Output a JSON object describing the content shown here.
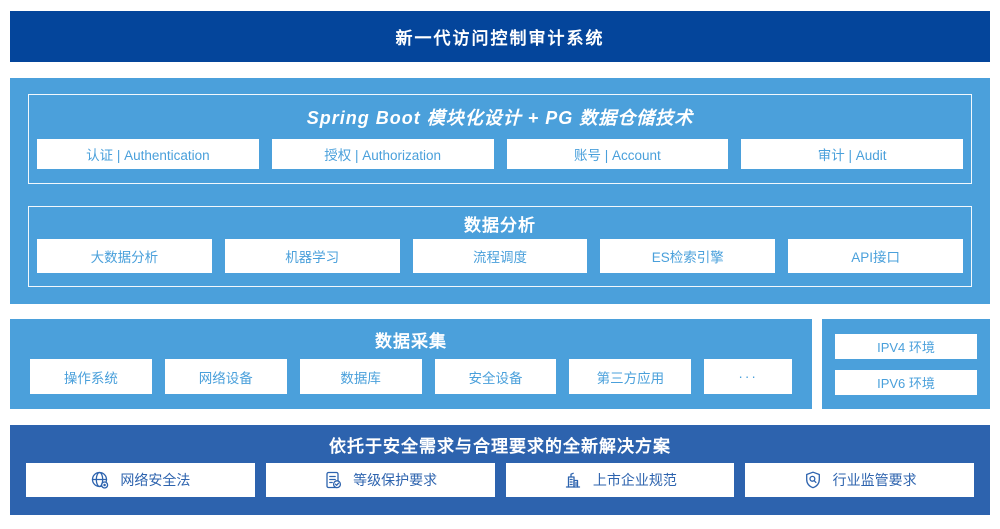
{
  "colors": {
    "navy": "#04459B",
    "sky": "#4BA0DB",
    "solution_blue": "#2D63AE",
    "box_text": "#4AA0DB"
  },
  "banner": {
    "title": "新一代访问控制审计系统"
  },
  "platform": {
    "title": "Spring Boot 模块化设计 + PG 数据仓储技术",
    "modules": [
      "认证 | Authentication",
      "授权 | Authorization",
      "账号 | Account",
      "审计 | Audit"
    ]
  },
  "analysis": {
    "title": "数据分析",
    "modules": [
      "大数据分析",
      "机器学习",
      "流程调度",
      "ES检索引擎",
      "API接口"
    ]
  },
  "collection": {
    "title": "数据采集",
    "modules": [
      "操作系统",
      "网络设备",
      "数据库",
      "安全设备",
      "第三方应用",
      "···"
    ]
  },
  "network": {
    "items": [
      "IPV4 环境",
      "IPV6 环境"
    ]
  },
  "solution": {
    "title": "依托于安全需求与合理要求的全新解决方案",
    "items": [
      {
        "icon": "globe-icon",
        "label": "网络安全法"
      },
      {
        "icon": "document-check-icon",
        "label": "等级保护要求"
      },
      {
        "icon": "building-icon",
        "label": "上市企业规范"
      },
      {
        "icon": "shield-search-icon",
        "label": "行业监管要求"
      }
    ]
  }
}
